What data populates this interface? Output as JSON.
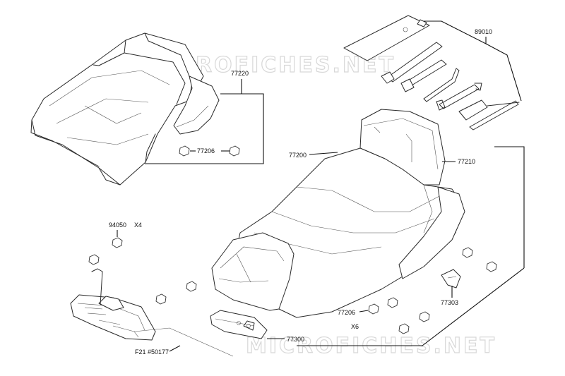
{
  "watermark": "MICROFICHES.NET",
  "callouts": {
    "c77220": "77220",
    "c77206a": "77206",
    "c89010": "89010",
    "c77200": "77200",
    "c77210": "77210",
    "c94050": "94050",
    "c94050_qty": "X4",
    "c77206b": "77206",
    "c77206b_qty": "X6",
    "c77303": "77303",
    "c77300": "77300",
    "cref": "F21 #50177"
  }
}
